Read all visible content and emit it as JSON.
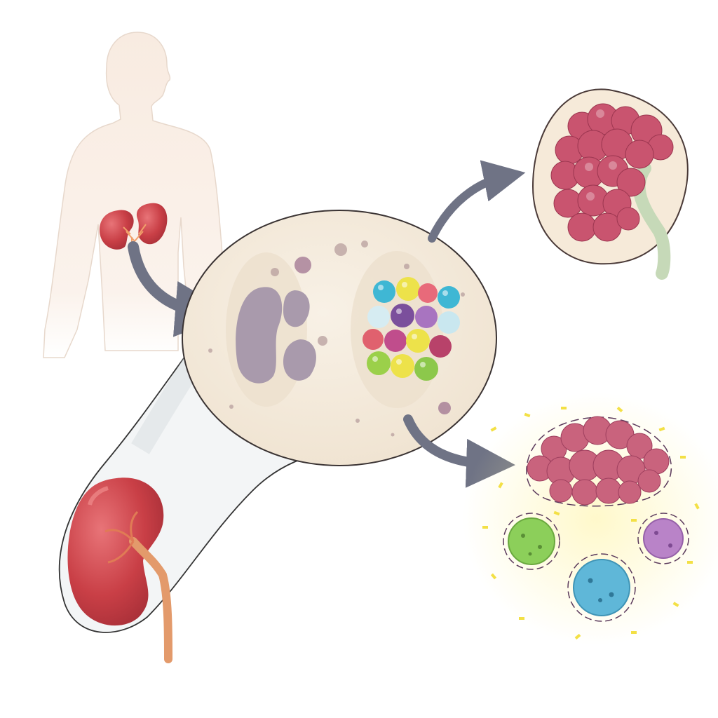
{
  "diagram": {
    "text_labels": [],
    "colors": {
      "background": "#ffffff",
      "body_silhouette": "#f8eadf",
      "kidney_red": "#c93f46",
      "kidney_highlight": "#e06a6e",
      "ureter": "#e39a6b",
      "cell_fill": "#f4ebdd",
      "cell_outline": "#3a3333",
      "nucleus": "#a99aac",
      "arrow": "#6f7385",
      "tumor_magenta": "#c9546f",
      "halo_yellow": "#f3e045",
      "cell_green": "#8ccf5a",
      "cell_blue": "#5fb7d8",
      "cell_purple": "#b983c8"
    },
    "icons": [
      "human-body-silhouette",
      "kidney-pair-icon",
      "enlarged-kidney-icon",
      "magnified-cell-icon",
      "multicolor-granule-cluster-icon",
      "renal-tumor-icon",
      "tumor-mass-icon",
      "immune-cell-icons",
      "flow-arrow-icons"
    ]
  }
}
